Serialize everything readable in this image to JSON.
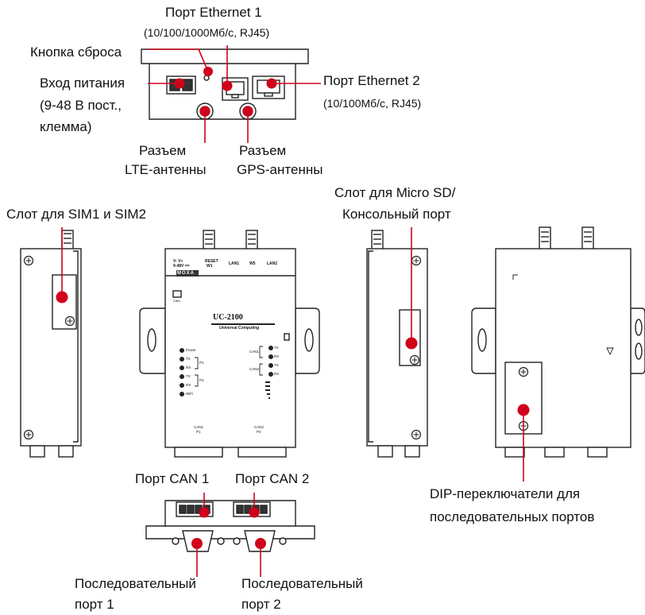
{
  "callouts": {
    "eth1_title": "Порт Ethernet 1",
    "eth1_spec": "(10/100/1000Мб/с, RJ45)",
    "reset": "Кнопка сброса",
    "power_l1": "Вход питания",
    "power_l2": "(9-48 В пост.,",
    "power_l3": "клемма)",
    "eth2_title": "Порт Ethernet 2",
    "eth2_spec": "(10/100Мб/с, RJ45)",
    "lte_l1": "Разъем",
    "lte_l2": "LTE-антенны",
    "gps_l1": "Разъем",
    "gps_l2": "GPS-антенны",
    "sim": "Слот для SIM1 и SIM2",
    "sd_l1": "Слот для Micro SD/",
    "sd_l2": "Консольный порт",
    "can1": "Порт CAN 1",
    "can2": "Порт CAN 2",
    "dip_l1": "DIP-переключатели для",
    "dip_l2": "последовательных портов",
    "ser1_l1": "Последовательный",
    "ser1_l2": "порт 1",
    "ser2_l1": "Последовательный",
    "ser2_l2": "порт 2"
  },
  "device": {
    "brand": "MOXA",
    "model": "UC-2100",
    "subtitle": "Universal Computing",
    "top_labels": [
      "V-  V+",
      "9-48V ==",
      "RESET",
      "W1",
      "LAN1",
      "W5",
      "LAN2"
    ],
    "led_left": [
      "Power",
      "TX",
      "RX",
      "TX",
      "RX",
      "WiFi"
    ],
    "led_group_left": [
      "P1",
      "P2"
    ],
    "led_right": [
      "TX",
      "RX",
      "TX",
      "RX"
    ],
    "led_group_right": [
      "CAN1",
      "CAN2"
    ],
    "bottom_labels": [
      "CAN1",
      "P1",
      "CAN2",
      "P2"
    ],
    "sim_tag": "SIM1"
  },
  "colors": {
    "marker": "#d0021b",
    "line": "#d0021b",
    "outline": "#222222"
  }
}
